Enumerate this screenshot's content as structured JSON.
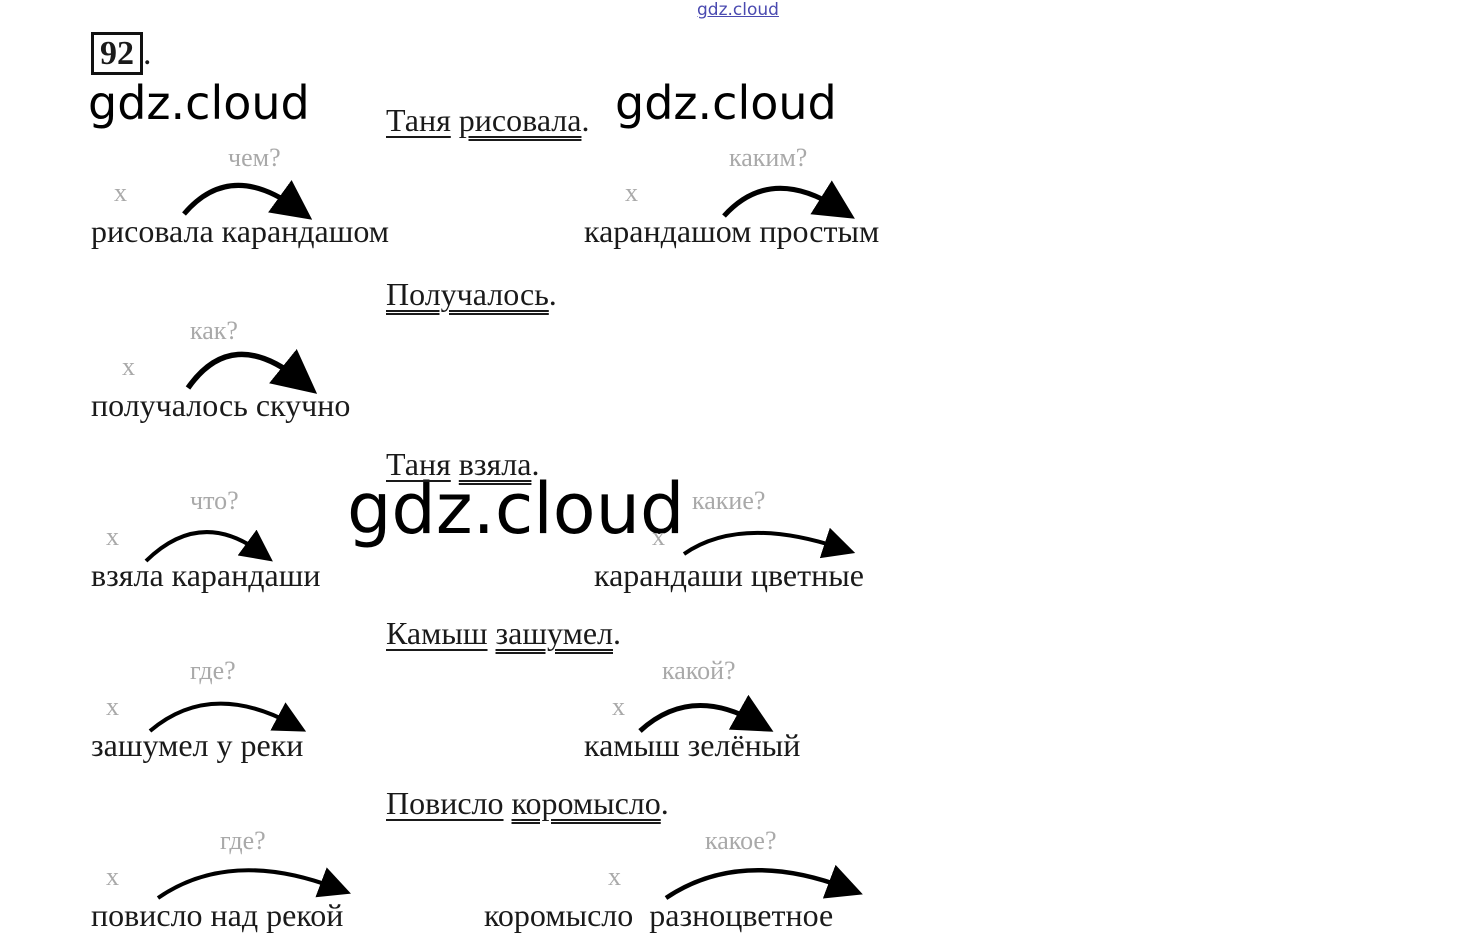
{
  "header": {
    "watermark_top": "gdz.cloud",
    "task_number": "92",
    "task_dot": "."
  },
  "watermarks": [
    "gdz.cloud",
    "gdz.cloud",
    "gdz.cloud"
  ],
  "cross_mark": "x",
  "sentences": [
    {
      "subject": "Таня",
      "predicate": "рисовала",
      "end": "."
    },
    {
      "subject": "",
      "predicate": "Получалось",
      "end": "."
    },
    {
      "subject": "Таня",
      "predicate": "взяла",
      "end": "."
    },
    {
      "subject": "Камыш",
      "predicate": "зашумел",
      "end": "."
    },
    {
      "subject": "Повисло",
      "predicate": "коромысло",
      "end": "."
    }
  ],
  "phrases": [
    {
      "text": "рисовала карандашом",
      "question": "чем?"
    },
    {
      "text": "карандашом простым",
      "question": "каким?"
    },
    {
      "text": "получалось скучно",
      "question": "как?"
    },
    {
      "text": "взяла карандаши",
      "question": "что?"
    },
    {
      "text": "карандаши цветные",
      "question": "какие?"
    },
    {
      "text": "зашумел у реки",
      "question": "где?"
    },
    {
      "text": "камыш зелёный",
      "question": "какой?"
    },
    {
      "text": "повисло над рекой",
      "question": "где?"
    },
    {
      "text": "коромысло  разноцветное",
      "question": "какое?"
    }
  ]
}
